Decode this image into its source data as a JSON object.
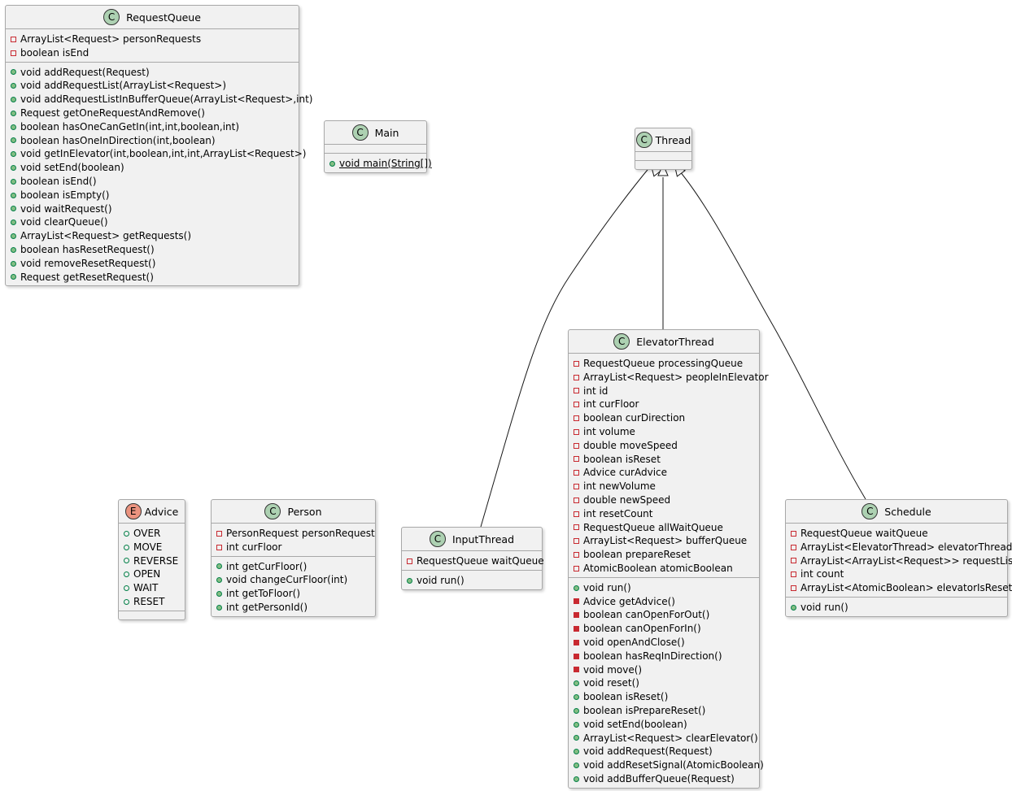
{
  "diagram": {
    "classes": [
      {
        "id": "requestqueue",
        "name": "RequestQueue",
        "stereotype": "C",
        "fields": [
          {
            "vis": "private",
            "text": "ArrayList<Request> personRequests"
          },
          {
            "vis": "private",
            "text": "boolean isEnd"
          }
        ],
        "methods": [
          {
            "vis": "public",
            "text": "void addRequest(Request)"
          },
          {
            "vis": "public",
            "text": "void addRequestList(ArrayList<Request>)"
          },
          {
            "vis": "public",
            "text": "void addRequestListInBufferQueue(ArrayList<Request>,int)"
          },
          {
            "vis": "public",
            "text": "Request getOneRequestAndRemove()"
          },
          {
            "vis": "public",
            "text": "boolean hasOneCanGetIn(int,int,boolean,int)"
          },
          {
            "vis": "public",
            "text": "boolean hasOneInDirection(int,boolean)"
          },
          {
            "vis": "public",
            "text": "void getInElevator(int,boolean,int,int,ArrayList<Request>)"
          },
          {
            "vis": "public",
            "text": "void setEnd(boolean)"
          },
          {
            "vis": "public",
            "text": "boolean isEnd()"
          },
          {
            "vis": "public",
            "text": "boolean isEmpty()"
          },
          {
            "vis": "public",
            "text": "void waitRequest()"
          },
          {
            "vis": "public",
            "text": "void clearQueue()"
          },
          {
            "vis": "public",
            "text": "ArrayList<Request> getRequests()"
          },
          {
            "vis": "public",
            "text": "boolean hasResetRequest()"
          },
          {
            "vis": "public",
            "text": "void removeResetRequest()"
          },
          {
            "vis": "public",
            "text": "Request getResetRequest()"
          }
        ]
      },
      {
        "id": "main",
        "name": "Main",
        "stereotype": "C",
        "fields": [],
        "methods": [
          {
            "vis": "public",
            "text": "void main(String[])",
            "static": true
          }
        ]
      },
      {
        "id": "thread",
        "name": "Thread",
        "stereotype": "C",
        "fields": [],
        "methods": []
      },
      {
        "id": "advice",
        "name": "Advice",
        "stereotype": "E",
        "fields": [
          {
            "vis": "public-field",
            "text": "OVER"
          },
          {
            "vis": "public-field",
            "text": "MOVE"
          },
          {
            "vis": "public-field",
            "text": "REVERSE"
          },
          {
            "vis": "public-field",
            "text": "OPEN"
          },
          {
            "vis": "public-field",
            "text": "WAIT"
          },
          {
            "vis": "public-field",
            "text": "RESET"
          }
        ],
        "methods": []
      },
      {
        "id": "person",
        "name": "Person",
        "stereotype": "C",
        "fields": [
          {
            "vis": "private",
            "text": "PersonRequest personRequest"
          },
          {
            "vis": "private",
            "text": "int curFloor"
          }
        ],
        "methods": [
          {
            "vis": "public",
            "text": "int getCurFloor()"
          },
          {
            "vis": "public",
            "text": "void changeCurFloor(int)"
          },
          {
            "vis": "public",
            "text": "int getToFloor()"
          },
          {
            "vis": "public",
            "text": "int getPersonId()"
          }
        ]
      },
      {
        "id": "inputthread",
        "name": "InputThread",
        "stereotype": "C",
        "fields": [
          {
            "vis": "private",
            "text": "RequestQueue waitQueue"
          }
        ],
        "methods": [
          {
            "vis": "public",
            "text": "void run()"
          }
        ]
      },
      {
        "id": "elevatorthread",
        "name": "ElevatorThread",
        "stereotype": "C",
        "fields": [
          {
            "vis": "private",
            "text": "RequestQueue processingQueue"
          },
          {
            "vis": "private",
            "text": "ArrayList<Request> peopleInElevator"
          },
          {
            "vis": "private",
            "text": "int id"
          },
          {
            "vis": "private",
            "text": "int curFloor"
          },
          {
            "vis": "private",
            "text": "boolean curDirection"
          },
          {
            "vis": "private",
            "text": "int volume"
          },
          {
            "vis": "private",
            "text": "double moveSpeed"
          },
          {
            "vis": "private",
            "text": "boolean isReset"
          },
          {
            "vis": "private",
            "text": "Advice curAdvice"
          },
          {
            "vis": "private",
            "text": "int newVolume"
          },
          {
            "vis": "private",
            "text": "double newSpeed"
          },
          {
            "vis": "private",
            "text": "int resetCount"
          },
          {
            "vis": "private",
            "text": "RequestQueue allWaitQueue"
          },
          {
            "vis": "private",
            "text": "ArrayList<Request> bufferQueue"
          },
          {
            "vis": "private",
            "text": "boolean prepareReset"
          },
          {
            "vis": "private",
            "text": "AtomicBoolean atomicBoolean"
          }
        ],
        "methods": [
          {
            "vis": "public",
            "text": "void run()"
          },
          {
            "vis": "private-method",
            "text": "Advice getAdvice()"
          },
          {
            "vis": "private-method",
            "text": "boolean canOpenForOut()"
          },
          {
            "vis": "private-method",
            "text": "boolean canOpenForIn()"
          },
          {
            "vis": "private-method",
            "text": "void openAndClose()"
          },
          {
            "vis": "private-method",
            "text": "boolean hasReqInDirection()"
          },
          {
            "vis": "private-method",
            "text": "void move()"
          },
          {
            "vis": "public",
            "text": "void reset()"
          },
          {
            "vis": "public",
            "text": "boolean isReset()"
          },
          {
            "vis": "public",
            "text": "boolean isPrepareReset()"
          },
          {
            "vis": "public",
            "text": "void setEnd(boolean)"
          },
          {
            "vis": "public",
            "text": "ArrayList<Request> clearElevator()"
          },
          {
            "vis": "public",
            "text": "void addRequest(Request)"
          },
          {
            "vis": "public",
            "text": "void addResetSignal(AtomicBoolean)"
          },
          {
            "vis": "public",
            "text": "void addBufferQueue(Request)"
          }
        ]
      },
      {
        "id": "schedule",
        "name": "Schedule",
        "stereotype": "C",
        "fields": [
          {
            "vis": "private",
            "text": "RequestQueue waitQueue"
          },
          {
            "vis": "private",
            "text": "ArrayList<ElevatorThread> elevatorThreads"
          },
          {
            "vis": "private",
            "text": "ArrayList<ArrayList<Request>> requestLists"
          },
          {
            "vis": "private",
            "text": "int count"
          },
          {
            "vis": "private",
            "text": "ArrayList<AtomicBoolean> elevatorIsReset"
          }
        ],
        "methods": [
          {
            "vis": "public",
            "text": "void run()"
          }
        ]
      }
    ],
    "relations": [
      {
        "type": "extends",
        "from": "inputthread",
        "to": "thread"
      },
      {
        "type": "extends",
        "from": "elevatorthread",
        "to": "thread"
      },
      {
        "type": "extends",
        "from": "schedule",
        "to": "thread"
      }
    ]
  }
}
